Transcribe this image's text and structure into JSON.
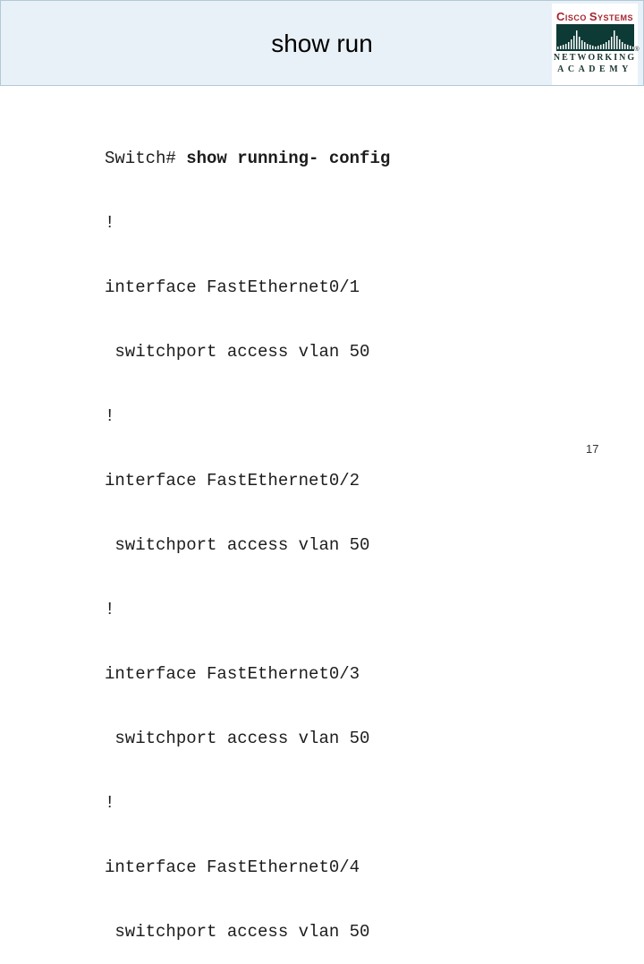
{
  "slide": {
    "title": "show run",
    "page_number": "17"
  },
  "logo": {
    "brand_word1": "CISCO",
    "brand_word2": "SYSTEMS",
    "bridge_icon": "cisco-bridge-icon",
    "registered_mark": "®",
    "subtitle_word1": "NETWORKING",
    "subtitle_word2": "ACADEMY"
  },
  "console": {
    "prompt": "Switch# ",
    "command": "show running- config",
    "lines": [
      "!",
      "interface FastEthernet0/1",
      " switchport access vlan 50",
      "!",
      "interface FastEthernet0/2",
      " switchport access vlan 50",
      "!",
      "interface FastEthernet0/3",
      " switchport access vlan 50",
      "!",
      "interface FastEthernet0/4",
      " switchport access vlan 50"
    ]
  },
  "colors": {
    "header_bg": "#e9f1f8",
    "header_border": "#b2c8d6",
    "cisco_red": "#a6242f",
    "cisco_teal": "#0e3a36",
    "code_text": "#1c1c1c"
  }
}
